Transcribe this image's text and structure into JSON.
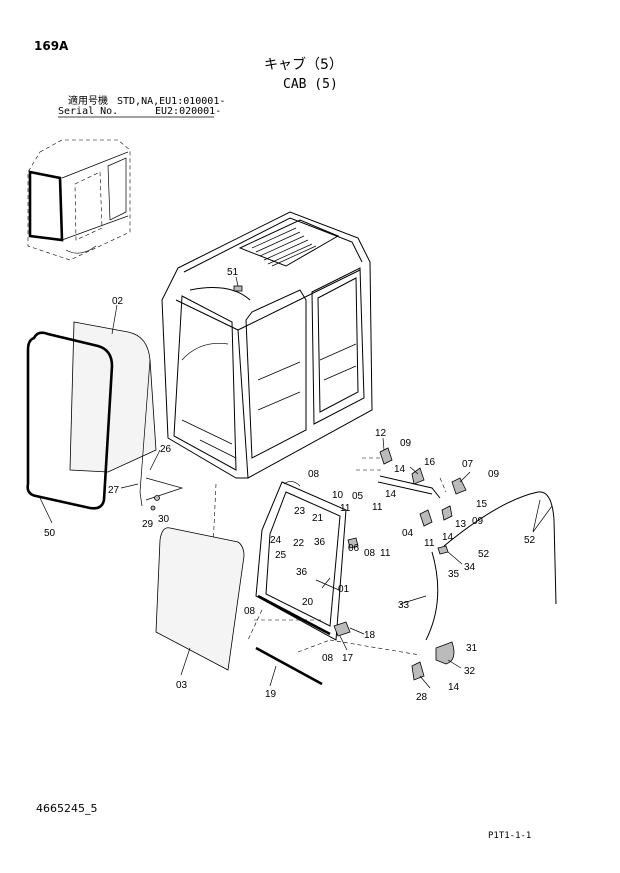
{
  "header": {
    "page_code": "169A",
    "title_jp": "キャブ（5）",
    "title_en": "CAB (5)",
    "serial_label_jp": "適用号機",
    "serial_label_en": "Serial No.",
    "serial_line_1": "STD,NA,EU1:010001-",
    "serial_line_2": "EU2:020001-"
  },
  "footer": {
    "doc_number": "4665245_5",
    "sheet_ref": "P1T1-1-1"
  },
  "callouts": [
    "51",
    "02",
    "26",
    "27",
    "29",
    "30",
    "50",
    "12",
    "09",
    "14",
    "16",
    "07",
    "09",
    "08",
    "10",
    "05",
    "11",
    "14",
    "15",
    "23",
    "21",
    "11",
    "13",
    "09",
    "04",
    "11",
    "14",
    "24",
    "22",
    "25",
    "36",
    "06",
    "08",
    "11",
    "52",
    "35",
    "34",
    "52",
    "36",
    "01",
    "20",
    "08",
    "18",
    "33",
    "08",
    "17",
    "31",
    "32",
    "14",
    "28",
    "03",
    "19"
  ]
}
